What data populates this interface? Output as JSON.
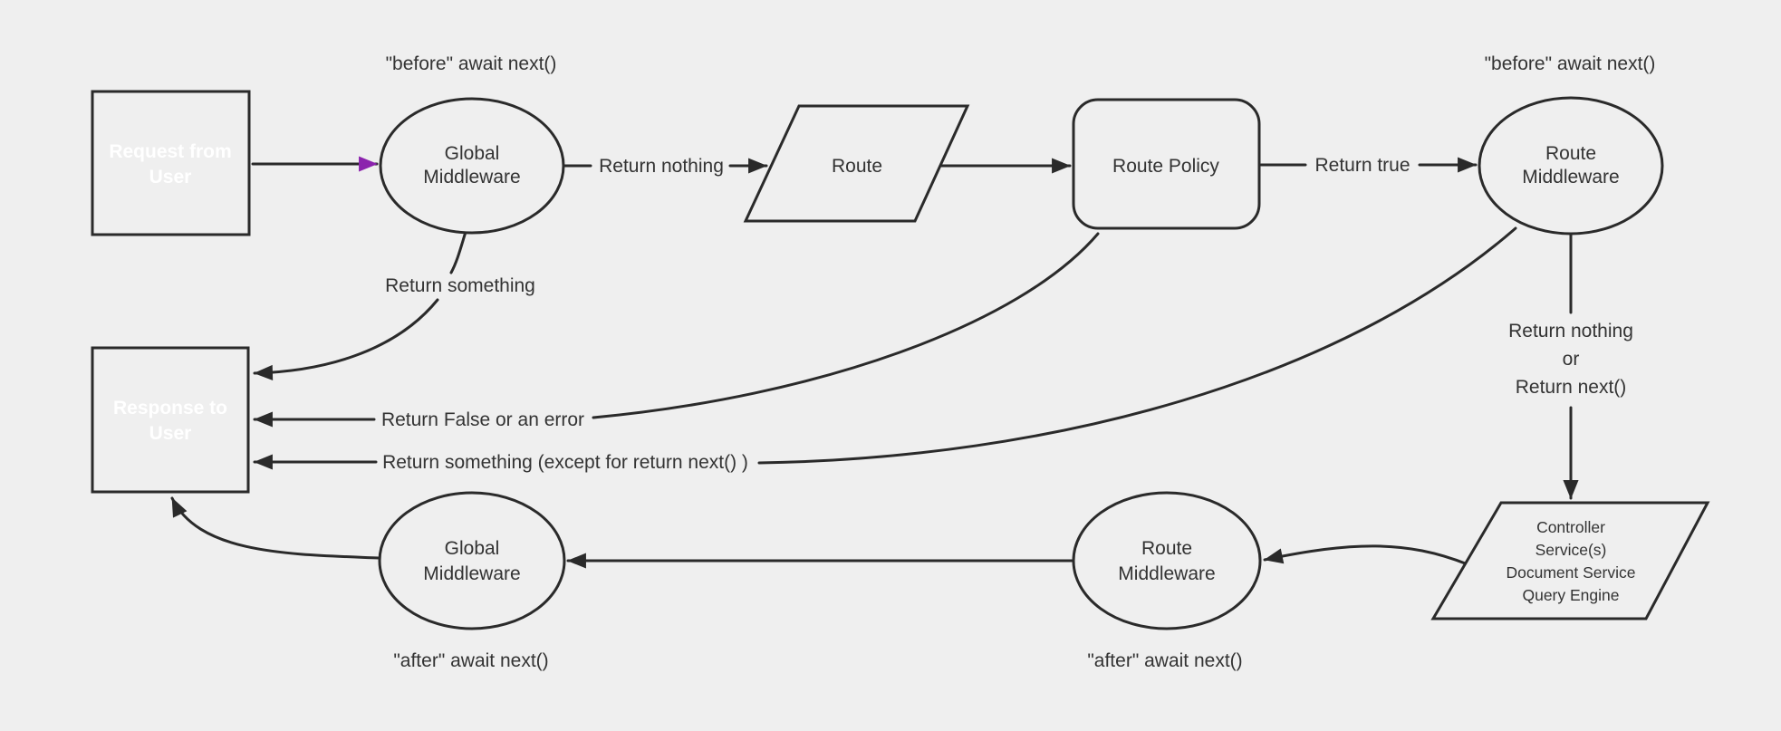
{
  "colors": {
    "background": "#efefef",
    "node_purple_fill": "#7d1fa2",
    "node_purple_stroke": "#1c0f22",
    "arrow_purple": "#8b23ad",
    "line_dark": "#2a2a2a",
    "label_text": "#333333",
    "box_text": "#ffffff"
  },
  "nodes": {
    "request": {
      "line1": "Request from",
      "line2": "User"
    },
    "response": {
      "line1": "Response to",
      "line2": "User"
    },
    "global_mw_top": {
      "line1": "Global",
      "line2": "Middleware"
    },
    "route": {
      "label": "Route"
    },
    "route_policy": {
      "label": "Route Policy"
    },
    "route_mw_top": {
      "line1": "Route",
      "line2": "Middleware"
    },
    "controller": {
      "line1": "Controller",
      "line2": "Service(s)",
      "line3": "Document Service",
      "line4": "Query Engine"
    },
    "route_mw_bottom": {
      "line1": "Route",
      "line2": "Middleware"
    },
    "global_mw_bottom": {
      "line1": "Global",
      "line2": "Middleware"
    }
  },
  "labels": {
    "before_left": "\"before\" await next()",
    "before_right": "\"before\" await next()",
    "return_nothing": "Return nothing",
    "return_true": "Return true",
    "return_something": "Return something",
    "return_false": "Return False or an error",
    "return_something_except": "Return something (except for return next() )",
    "return_nothing_or_1": "Return nothing",
    "return_nothing_or_2": "or",
    "return_nothing_or_3": "Return next()",
    "after_left": "\"after\" await next()",
    "after_right": "\"after\" await next()"
  }
}
